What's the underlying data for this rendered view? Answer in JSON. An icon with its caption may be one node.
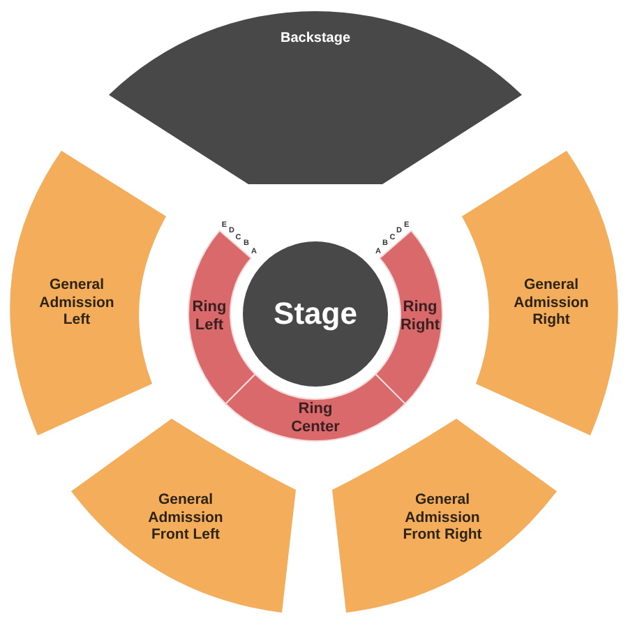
{
  "diagram": {
    "nodes": [
      {
        "text": [
          "Backstage"
        ]
      },
      {
        "text": [
          "General Admission Left"
        ]
      },
      {
        "text": [
          "Ring Left"
        ]
      },
      {
        "text": [
          "Stage"
        ]
      },
      {
        "text": [
          "Ring Right"
        ]
      },
      {
        "text": [
          "General Admission Right"
        ]
      },
      {
        "text": [
          "Ring Center"
        ]
      },
      {
        "text": [
          "General Admission Front Left"
        ]
      },
      {
        "text": [
          "General Admission Front Right"
        ]
      }
    ],
    "labels": [
      "E",
      "D",
      "C",
      "B",
      "A",
      "A",
      "B",
      "C",
      "D",
      "E"
    ]
  }
}
